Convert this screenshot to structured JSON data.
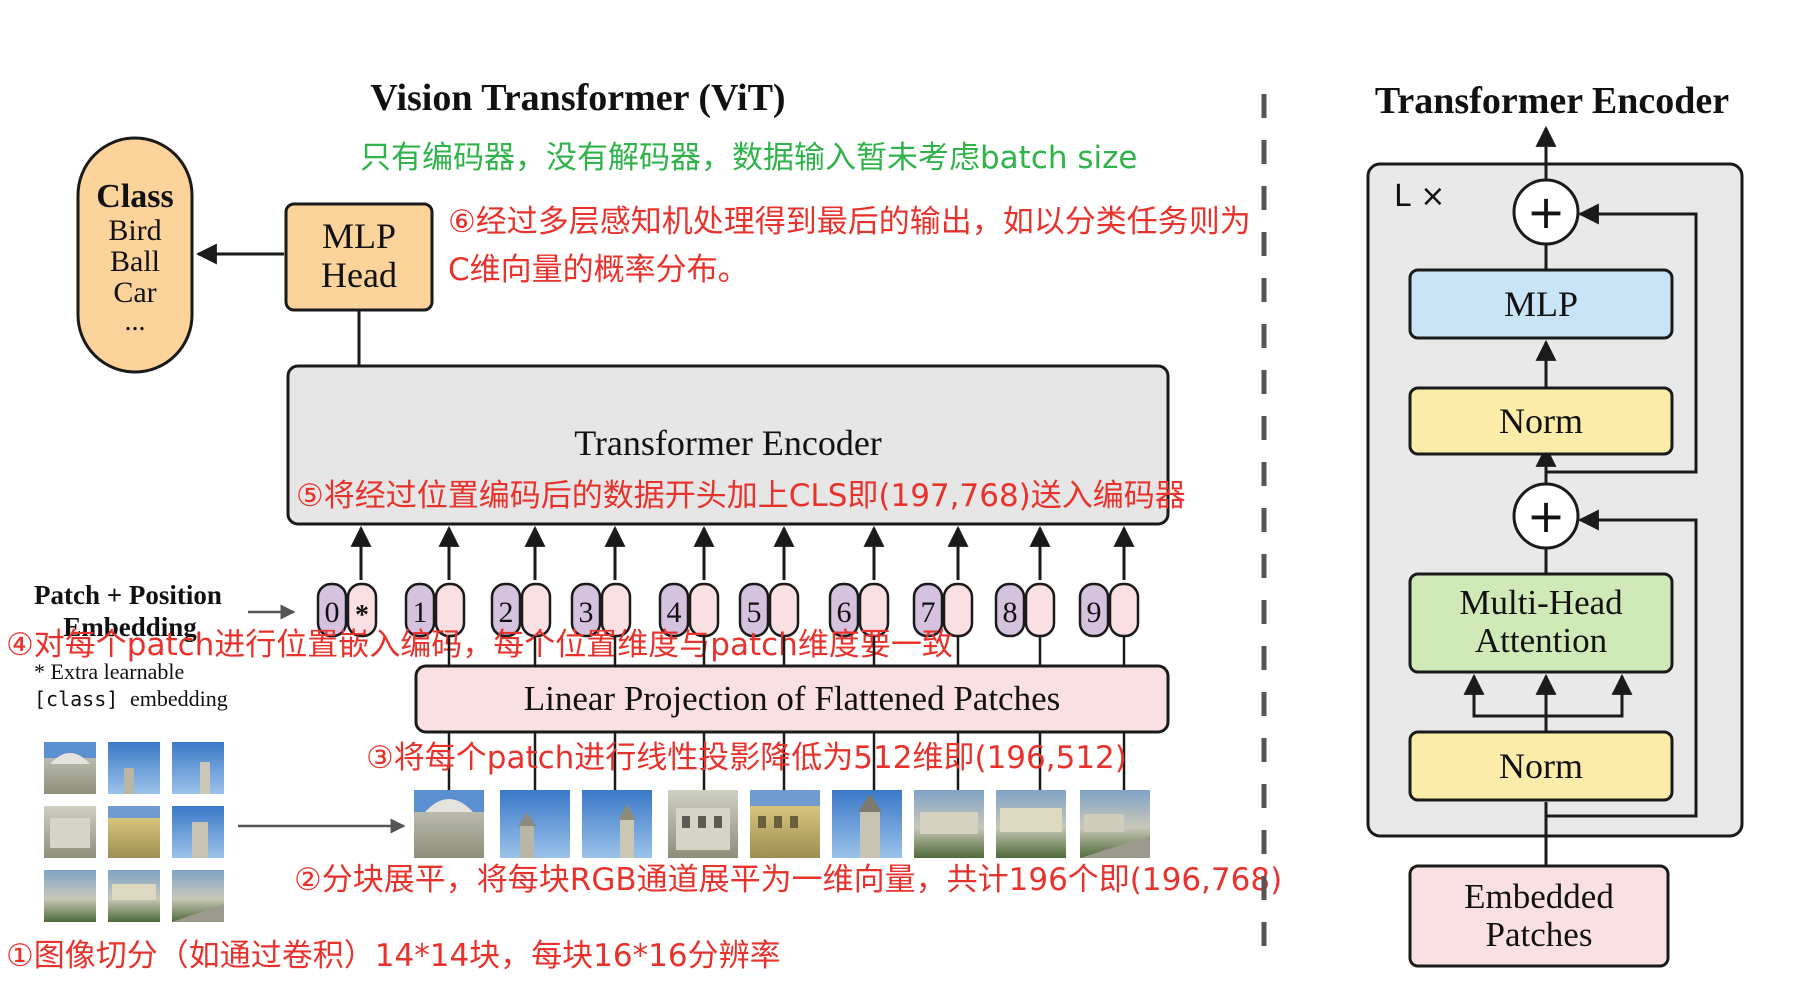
{
  "vit": {
    "title": "Vision Transformer (ViT)",
    "class_box": {
      "heading": "Class",
      "items": [
        "Bird",
        "Ball",
        "Car",
        "..."
      ]
    },
    "mlp_head": [
      "MLP",
      "Head"
    ],
    "encoder_label": "Transformer Encoder",
    "patch_position_label": [
      "Patch + Position",
      "Embedding"
    ],
    "extra_note_1": "* Extra learnable",
    "extra_note_class": "[class]",
    "extra_note_2": "embedding",
    "tokens": [
      "0",
      "1",
      "2",
      "3",
      "4",
      "5",
      "6",
      "7",
      "8",
      "9"
    ],
    "class_token_marker": "*",
    "linear_projection": "Linear Projection of Flattened Patches"
  },
  "annotations": {
    "a0": "只有编码器，没有解码器，数据输入暂未考虑batch size",
    "a6_line1": "⑥经过多层感知机处理得到最后的输出，如以分类任务则为",
    "a6_line2": "C维向量的概率分布。",
    "a5": "⑤将经过位置编码后的数据开头加上CLS即(197,768)送入编码器",
    "a4": "④对每个patch进行位置嵌入编码，每个位置维度与patch维度要一致",
    "a3": "③将每个patch进行线性投影降低为512维即(196,512)",
    "a2": "②分块展平，将每块RGB通道展平为一维向量，共计196个即(196,768)",
    "a1": "①图像切分（如通过卷积）14*14块，每块16*16分辨率"
  },
  "encoder_block": {
    "title": "Transformer Encoder",
    "repeat": "L ×",
    "plus": "+",
    "mlp": "MLP",
    "norm_top": "Norm",
    "attention": [
      "Multi-Head",
      "Attention"
    ],
    "norm_bottom": "Norm",
    "embedded": [
      "Embedded",
      "Patches"
    ]
  },
  "colors": {
    "annotation_red": "#e8322c",
    "annotation_green": "#2fb34a",
    "mlp_head_fill": "#fbd39b",
    "class_fill": "#fbd39b",
    "encoder_fill": "#e6e6e6",
    "projection_fill": "#fbe0e3",
    "position_token_fill": "#d5c2df",
    "patch_token_fill": "#fbe0e3",
    "norm_fill": "#fcecaa",
    "mlp_fill": "#c8e4f6",
    "attention_fill": "#cfeab7",
    "embedded_fill": "#fbe0e3",
    "encoder_bg": "#e9e9e9"
  }
}
